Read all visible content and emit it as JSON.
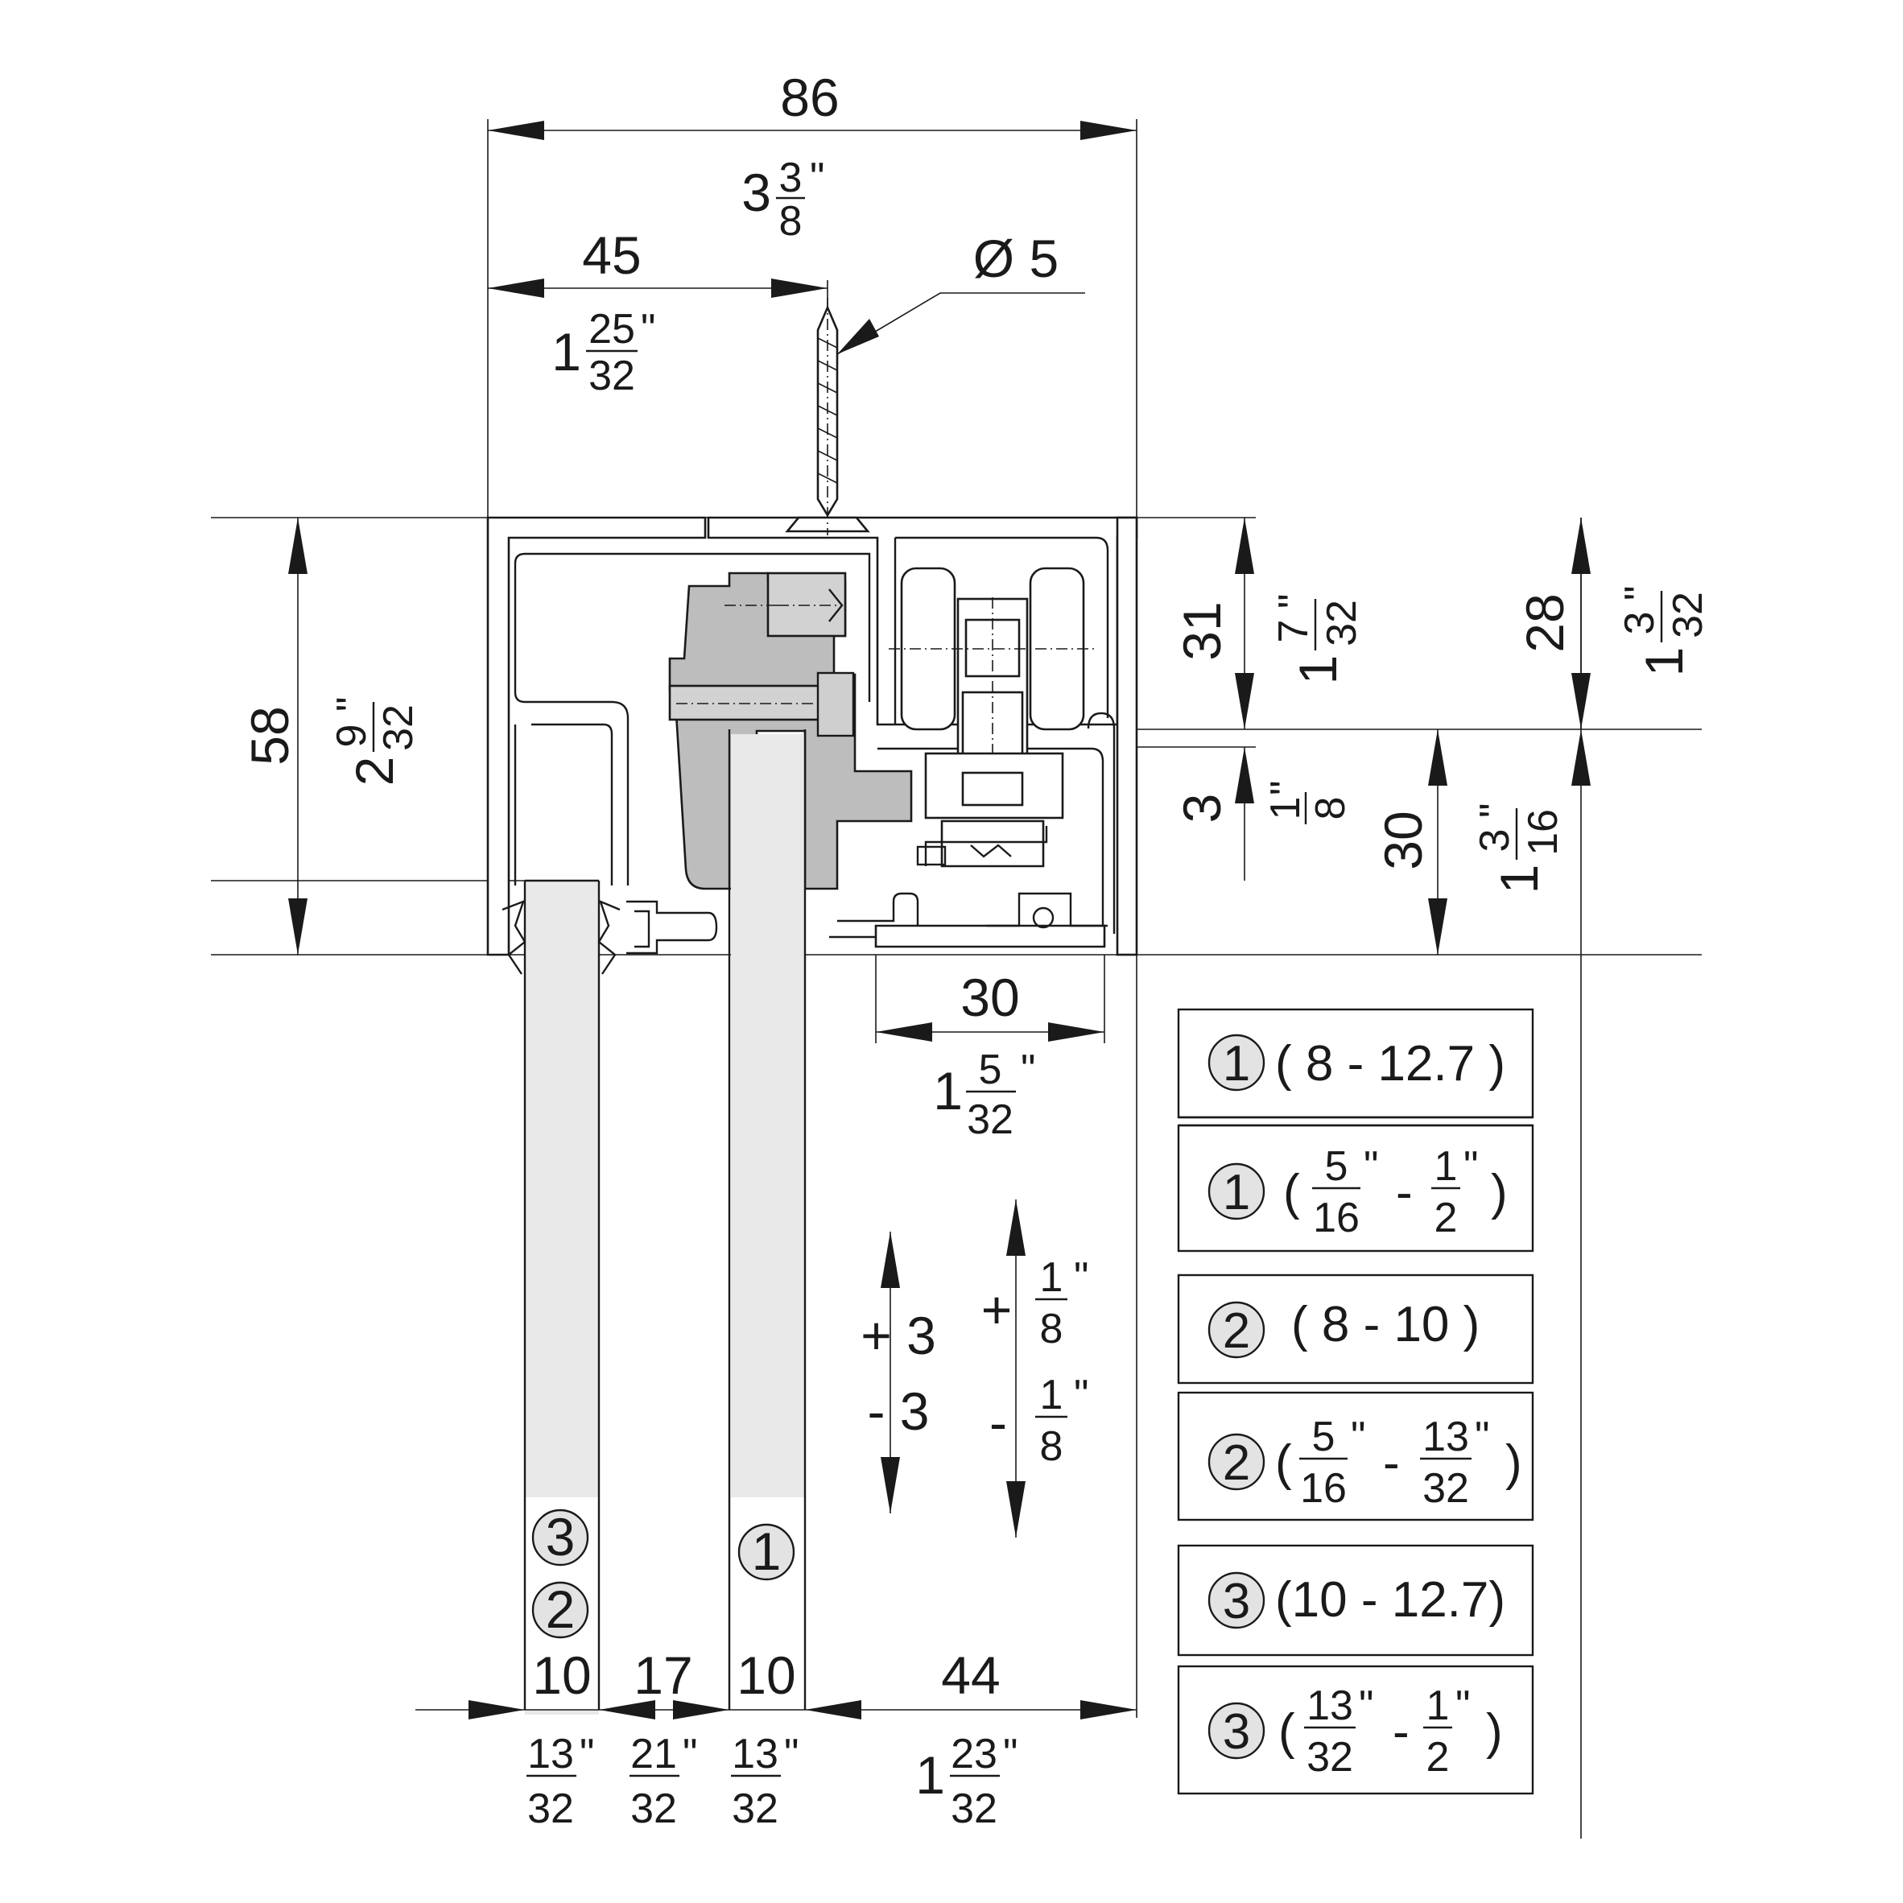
{
  "colors": {
    "ink": "#1a1a1a",
    "panel_grey": "#e9e9e9",
    "carriage_grey": "#bdbdbd",
    "circle_grey": "#e3e3e3"
  },
  "dimensions": {
    "width_total_mm": "86",
    "width_total_in_whole": "3",
    "width_total_in_num": "3",
    "width_total_in_den": "8",
    "screw_pos_mm": "45",
    "screw_pos_in_whole": "1",
    "screw_pos_in_num": "25",
    "screw_pos_in_den": "32",
    "screw_diameter": "Ø 5",
    "height_total_mm": "58",
    "height_total_in_whole": "2",
    "height_total_in_num": "9",
    "height_total_in_den": "32",
    "top_section_mm": "31",
    "top_section_in_whole": "1",
    "top_section_in_num": "7",
    "top_section_in_den": "32",
    "gap_mm": "3",
    "gap_in_num": "1",
    "gap_in_den": "8",
    "right_upper_mm": "28",
    "right_upper_in_whole": "1",
    "right_upper_in_num": "3",
    "right_upper_in_den": "32",
    "right_lower_mm": "30",
    "right_lower_in_whole": "1",
    "right_lower_in_num": "3",
    "right_lower_in_den": "16",
    "bottom_rail_mm": "30",
    "bottom_rail_in_whole": "1",
    "bottom_rail_in_num": "5",
    "bottom_rail_in_den": "32",
    "adjust_plus_mm": "+ 3",
    "adjust_minus_mm": "- 3",
    "adjust_plus_sign": "+",
    "adjust_minus_sign": "-",
    "adjust_in_num": "1",
    "adjust_in_den": "8",
    "bottom_a_mm": "10",
    "bottom_a_in_num": "13",
    "bottom_a_in_den": "32",
    "bottom_b_mm": "17",
    "bottom_b_in_num": "21",
    "bottom_b_in_den": "32",
    "bottom_c_mm": "10",
    "bottom_c_in_num": "13",
    "bottom_c_in_den": "32",
    "bottom_d_mm": "44",
    "bottom_d_in_whole": "1",
    "bottom_d_in_num": "23",
    "bottom_d_in_den": "32",
    "inch_mark": "\""
  },
  "panel_markers": {
    "left_top": "3",
    "left_bottom": "2",
    "right": "1"
  },
  "thickness_table": [
    {
      "marker": "1",
      "mm_range": "( 8 - 12.7 )",
      "in_open": "(",
      "in_a_num": "5",
      "in_a_den": "16",
      "in_sep": "-",
      "in_b_num": "1",
      "in_b_den": "2",
      "in_close": ")"
    },
    {
      "marker": "2",
      "mm_range": "( 8 - 10 )",
      "in_open": "(",
      "in_a_num": "5",
      "in_a_den": "16",
      "in_sep": "-",
      "in_b_num": "13",
      "in_b_den": "32",
      "in_close": ")"
    },
    {
      "marker": "3",
      "mm_range": "(10 - 12.7)",
      "in_open": "(",
      "in_a_num": "13",
      "in_a_den": "32",
      "in_sep": "-",
      "in_b_num": "1",
      "in_b_den": "2",
      "in_close": ")"
    }
  ]
}
